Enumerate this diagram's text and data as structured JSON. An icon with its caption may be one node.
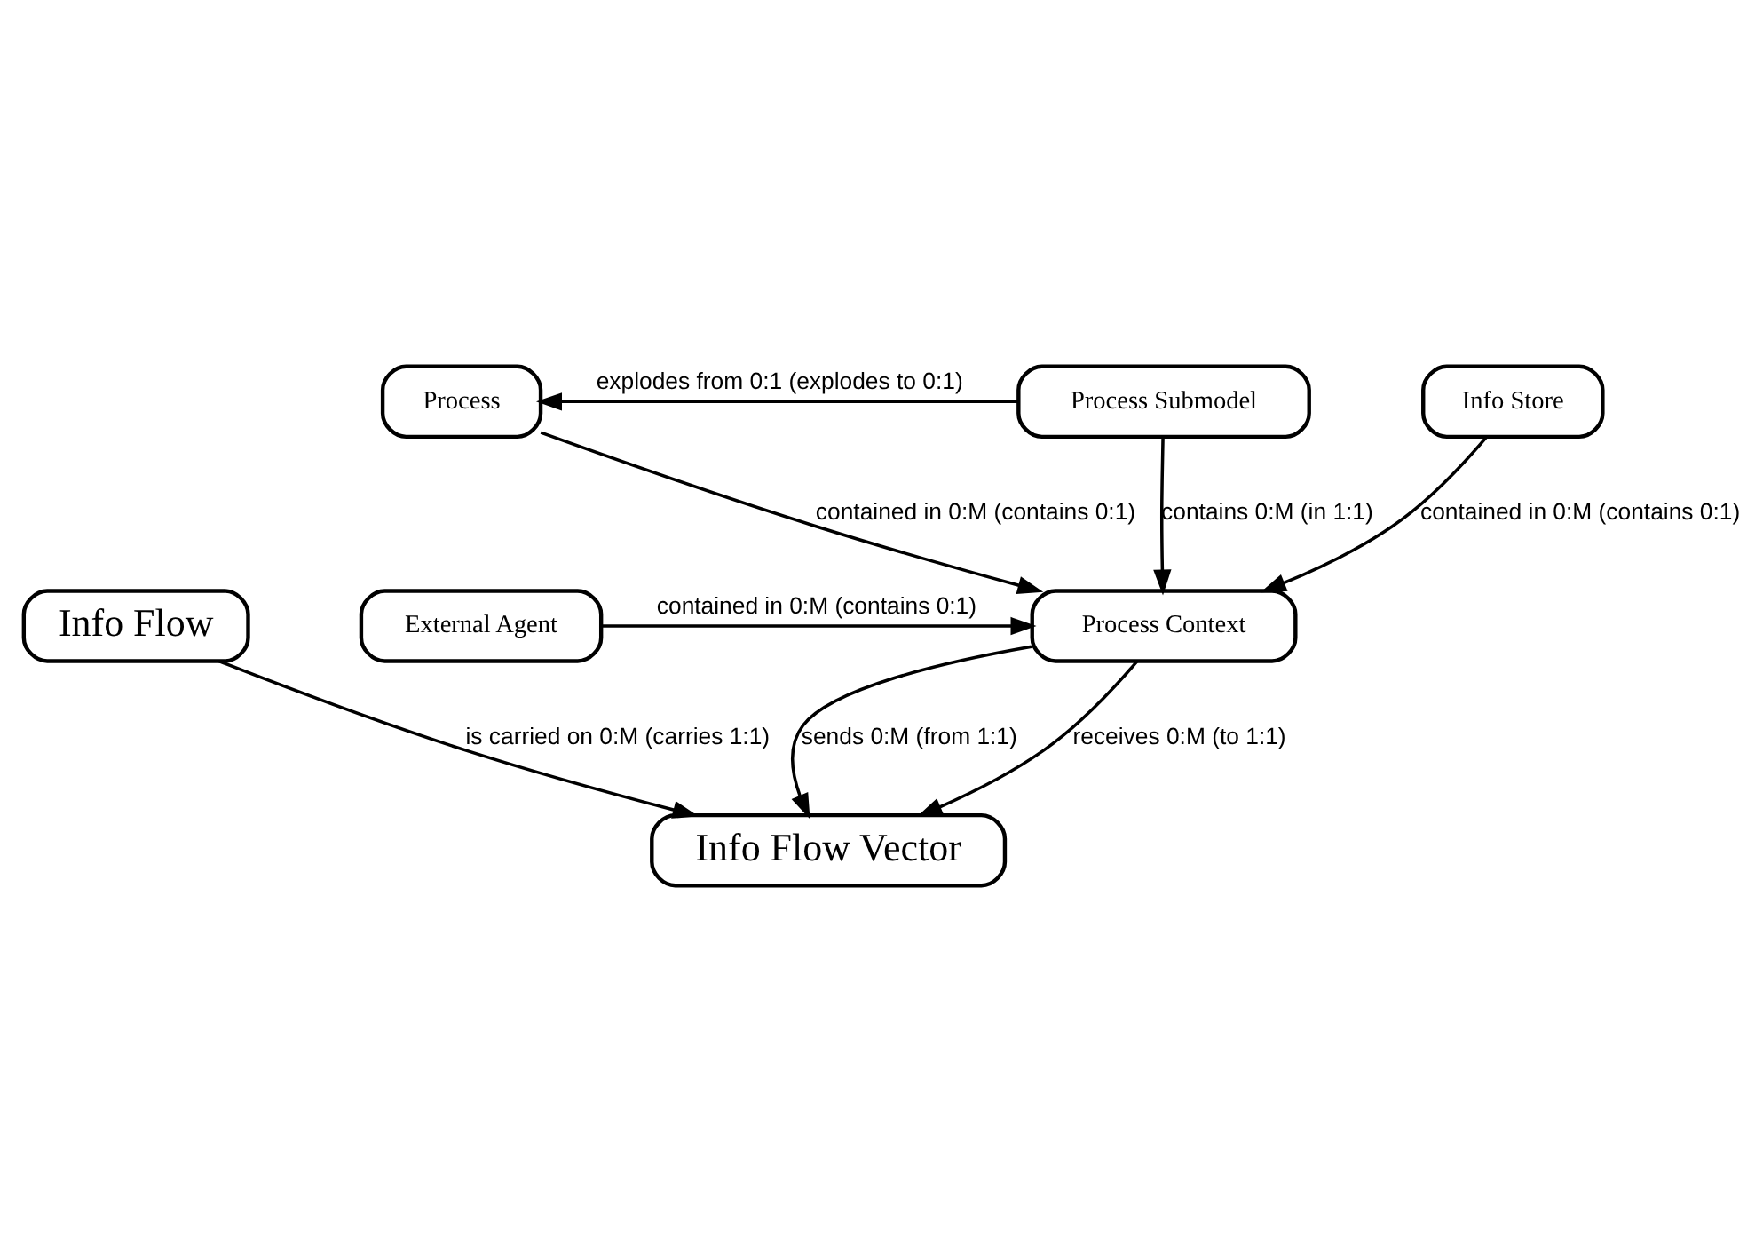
{
  "diagram": {
    "nodes": [
      {
        "text": [
          "Process"
        ]
      },
      {
        "text": [
          "Process Submodel"
        ]
      },
      {
        "text": [
          "Process Context"
        ]
      },
      {
        "text": [
          "External Agent"
        ]
      },
      {
        "text": [
          "Info Store"
        ]
      },
      {
        "text": [
          "Info Flow Vector"
        ]
      },
      {
        "text": [
          "Info Flow"
        ]
      }
    ],
    "edges": [
      {
        "from": 1,
        "to": 0,
        "arrow": "to",
        "label": "explodes from 0:1 (explodes to 0:1)"
      },
      {
        "from": 0,
        "to": 2,
        "arrow": "to",
        "label": "contained in 0:M (contains 0:1)"
      },
      {
        "from": 1,
        "to": 2,
        "arrow": "to",
        "label": "contains 0:M (in 1:1)"
      },
      {
        "from": 3,
        "to": 2,
        "arrow": "to",
        "label": "contained in 0:M (contains 0:1)"
      },
      {
        "from": 4,
        "to": 2,
        "arrow": "to",
        "label": "contained in 0:M (contains 0:1)"
      },
      {
        "from": 2,
        "to": 5,
        "arrow": "to",
        "label": "receives 0:M (to 1:1)"
      },
      {
        "from": 2,
        "to": 5,
        "arrow": "to",
        "label": "sends 0:M (from 1:1)"
      },
      {
        "from": 6,
        "to": 5,
        "arrow": "to",
        "label": "is carried on 0:M (carries 1:1)"
      }
    ]
  }
}
